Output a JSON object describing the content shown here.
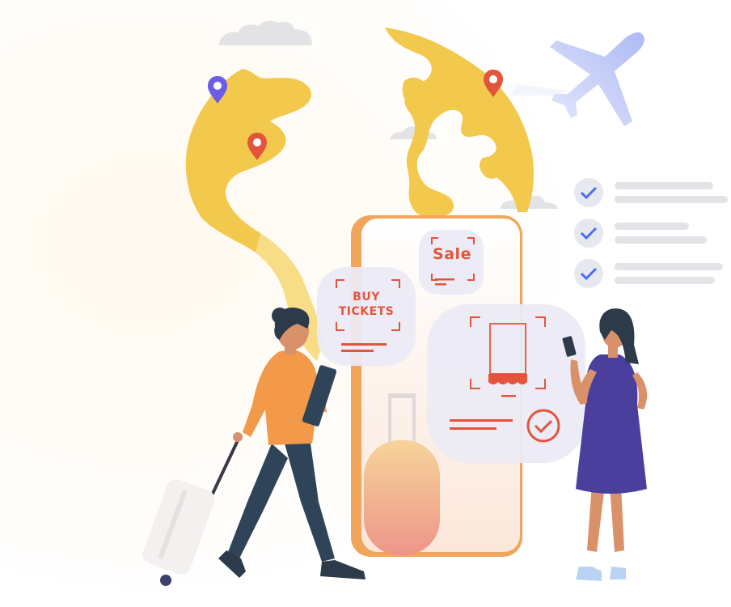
{
  "colors": {
    "globe": "#F2C94C",
    "globe_light": "#F7DD86",
    "phone_border": "#F0A55A",
    "phone_screen": "#FDF4EC",
    "card_bg": "#ECEAF4",
    "accent_red": "#E2553C",
    "check_blue": "#4A6CF7",
    "check_circle": "#E6E8EF",
    "line_gray": "#E3E3E8",
    "cloud": "#E3E3E6",
    "plane": "#B9C3F5",
    "pin_red": "#E2553C",
    "pin_purple": "#6C5CE7",
    "woman_left_top": "#F2994A",
    "woman_left_pants": "#2F4458",
    "woman_right_dress": "#4B3F9E",
    "skin": "#D9916A",
    "hair": "#2D3A4A",
    "suitcase": "#F3F0F0"
  },
  "cards": {
    "sale": {
      "text": "Sale"
    },
    "buy_tickets": {
      "line1": "BUY",
      "line2": "TICKETS"
    }
  },
  "icons": [
    "airplane-icon",
    "map-pin-icon",
    "checkmark-icon",
    "check-circle-icon",
    "cloud-icon",
    "suitcase-icon",
    "ticket-icon"
  ],
  "checklist": {
    "item_count": 3
  }
}
